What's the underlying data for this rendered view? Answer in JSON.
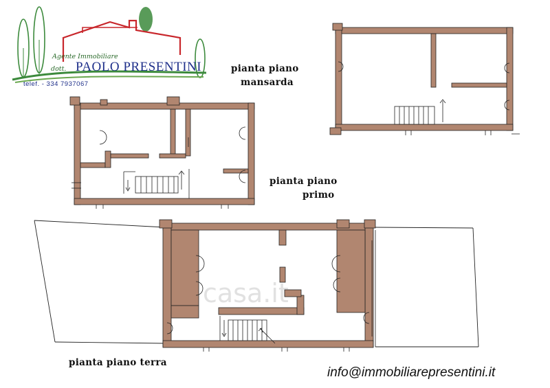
{
  "logo": {
    "agente": "Agente Immobiliare",
    "dott": "dott.",
    "name": "PAOLO PRESENTINI",
    "telefono": "telef. - 334 7937067",
    "roof_color": "#c8262b",
    "tree_color": "#3c8a3c",
    "text_color": "#1e2f8a"
  },
  "plans": {
    "mansarda": {
      "line1": "pianta piano",
      "line2": "mansarda"
    },
    "primo": {
      "line1": "pianta piano",
      "line2": "primo"
    },
    "terra": {
      "line1": "pianta piano terra"
    }
  },
  "wall_color": "#b18670",
  "watermark": "casa.it",
  "email": "info@immobiliarepresentini.it"
}
